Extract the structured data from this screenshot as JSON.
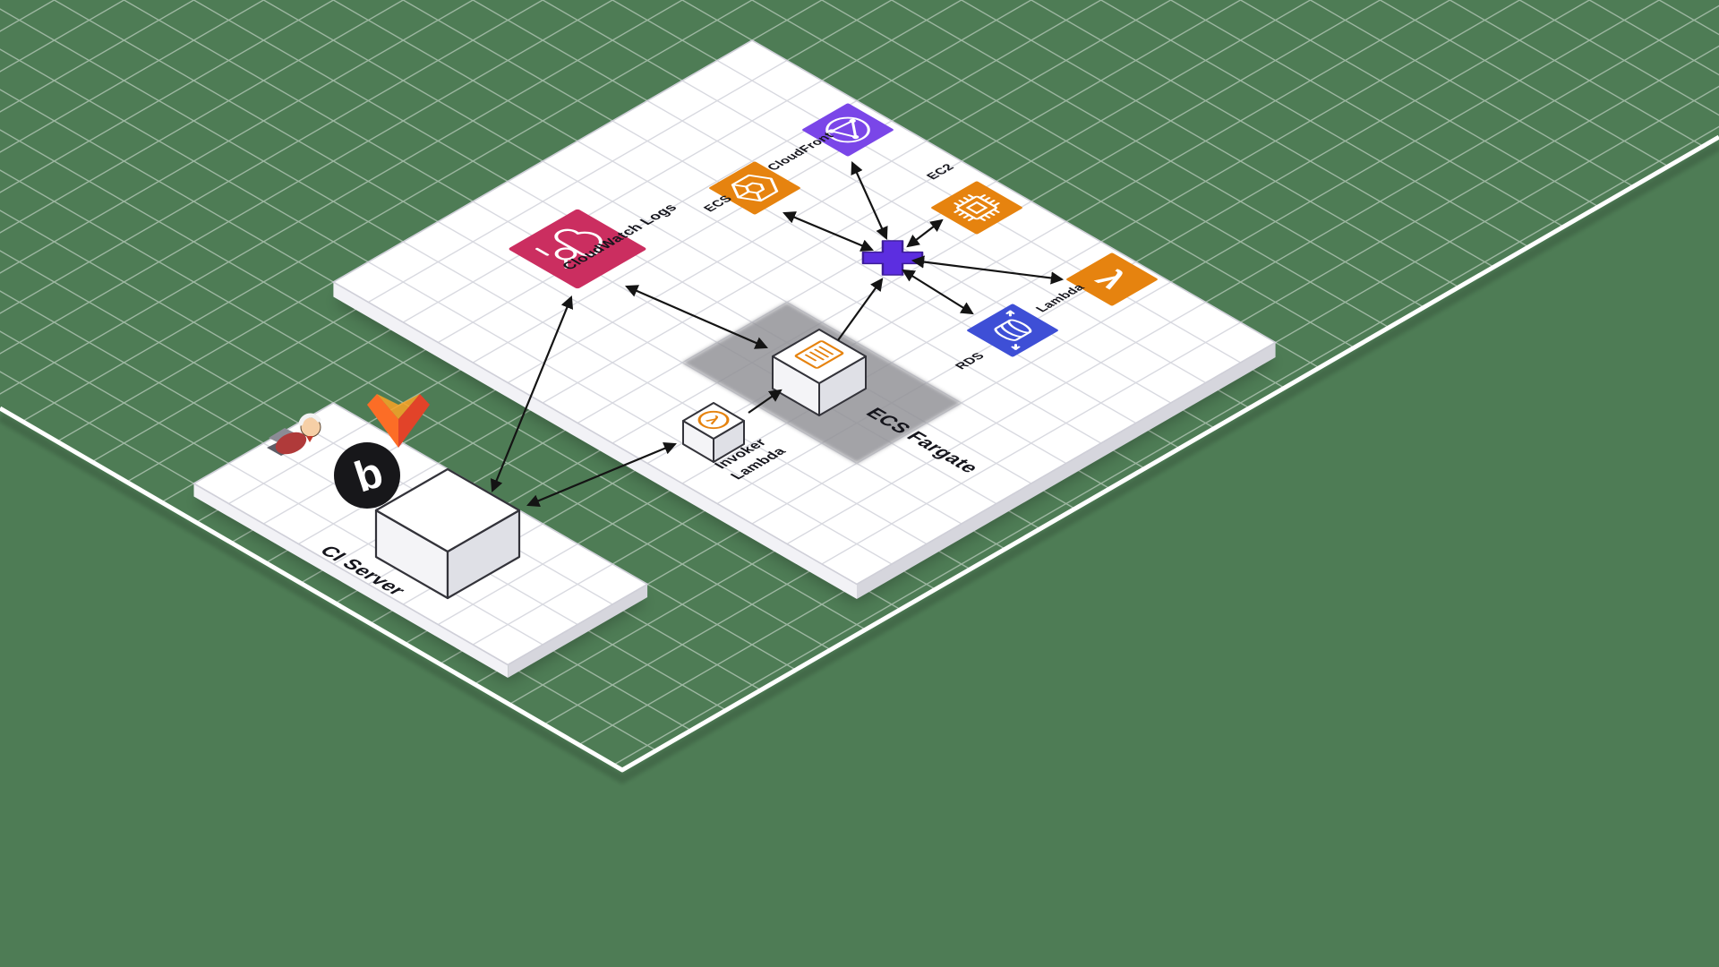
{
  "scene": {
    "background_color": "#4e7c55",
    "grid_color": "#ffffff",
    "platform_color": "#ffffff",
    "platform_grid_color": "#d7d8df",
    "arrow_color": "#141414"
  },
  "platforms": {
    "ci": {
      "label": "CI Server"
    }
  },
  "zones": {
    "fargate": {
      "label": "ECS Fargate",
      "color": "#939398"
    }
  },
  "services": {
    "cloudwatch": {
      "label": "CloudWatch Logs",
      "color": "#cb2e60"
    },
    "ecs": {
      "label": "ECS",
      "color": "#e6830f"
    },
    "cloudfront": {
      "label": "CloudFront",
      "color": "#7a46e8"
    },
    "ec2": {
      "label": "EC2",
      "color": "#e6830f"
    },
    "lambda": {
      "label": "Lambda",
      "color": "#e6830f",
      "glyph": "λ"
    },
    "rds": {
      "label": "RDS",
      "color": "#3e4fd6"
    }
  },
  "nodes": {
    "invoker": {
      "label_line1": "Invoker",
      "label_line2": "Lambda",
      "glyph": "λ"
    },
    "hub": {
      "color": "#5c2ee0"
    }
  },
  "ci_tools": {
    "buddy_glyph": "b"
  },
  "connections": [
    {
      "from": "ci-server",
      "to": "cloudwatch-logs",
      "bidirectional": true
    },
    {
      "from": "ci-server",
      "to": "invoker-lambda",
      "bidirectional": true
    },
    {
      "from": "invoker-lambda",
      "to": "ecs-fargate-task",
      "bidirectional": false
    },
    {
      "from": "ecs-fargate-task",
      "to": "cloudwatch-logs",
      "bidirectional": true
    },
    {
      "from": "ecs-fargate-task",
      "to": "hub",
      "bidirectional": false
    },
    {
      "from": "hub",
      "to": "ecs",
      "bidirectional": true
    },
    {
      "from": "hub",
      "to": "cloudfront",
      "bidirectional": true
    },
    {
      "from": "hub",
      "to": "ec2",
      "bidirectional": true
    },
    {
      "from": "hub",
      "to": "lambda",
      "bidirectional": true
    },
    {
      "from": "hub",
      "to": "rds",
      "bidirectional": true
    }
  ]
}
